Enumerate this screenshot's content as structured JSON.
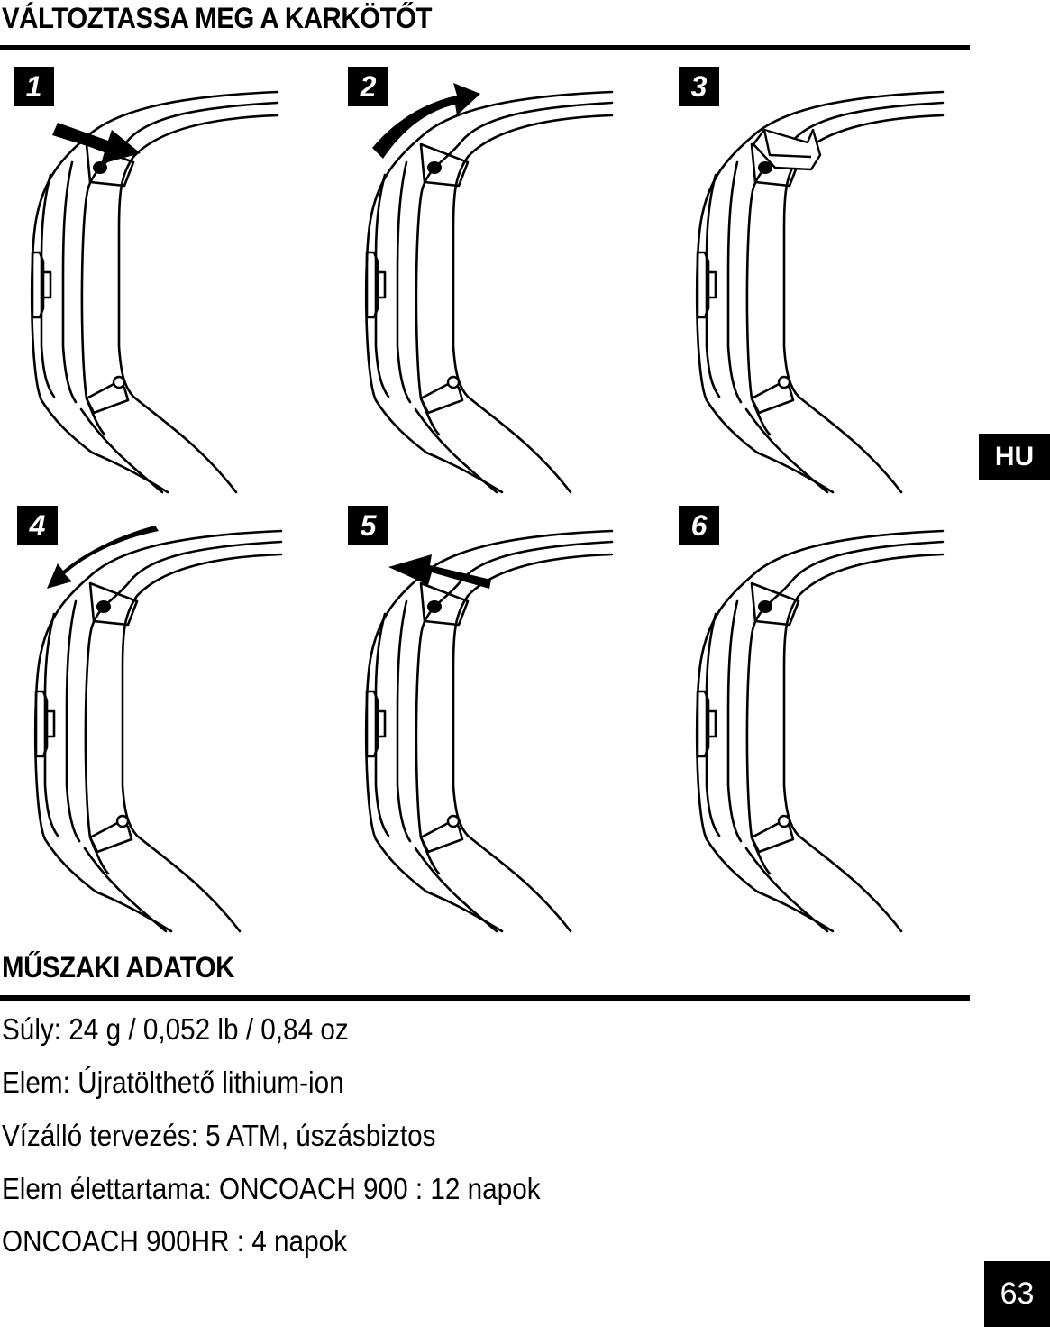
{
  "sections": {
    "band_change_title": "VÁLTOZTASSA MEG A KARKÖTŐT",
    "specs_title": "MŰSZAKI ADATOK"
  },
  "steps": [
    {
      "number": "1",
      "arrow": "push-down-right"
    },
    {
      "number": "2",
      "arrow": "curve-up-right"
    },
    {
      "number": "3",
      "arrow": "none"
    },
    {
      "number": "4",
      "arrow": "curve-down-left"
    },
    {
      "number": "5",
      "arrow": "push-up-left"
    },
    {
      "number": "6",
      "arrow": "none"
    }
  ],
  "specs": [
    "Súly: 24 g / 0,052 lb / 0,84 oz",
    "Elem: Újratölthető lithium-ion",
    "Vízálló tervezés: 5 ATM, úszásbiztos",
    "Elem élettartama: ONCOACH 900 : 12 napok",
    "ONCOACH 900HR : 4 napok"
  ],
  "language_tab": "HU",
  "page_number": "63"
}
